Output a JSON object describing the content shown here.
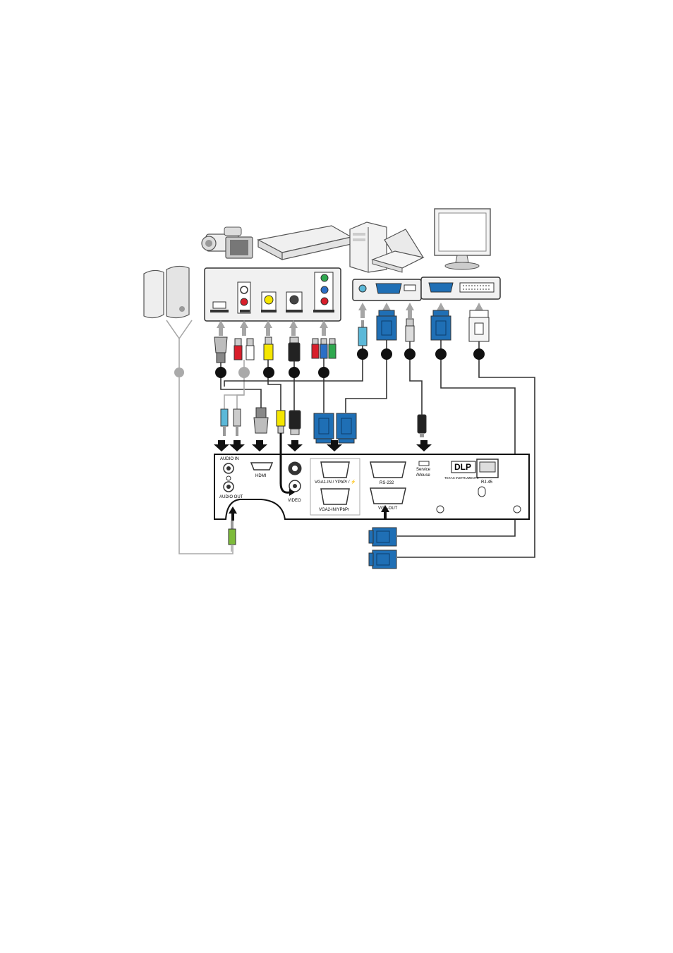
{
  "projector": {
    "audio_in": "AUDIO IN",
    "audio_out": "AUDIO OUT",
    "hdmi": "HDMI",
    "video": "VIDEO",
    "vga1": "VGA1-IN / YPbPr / ⚡",
    "vga2": "VGA2-IN/YPbPr",
    "vga_out": "VGA-OUT",
    "rs232": "RS-232",
    "service": "Service",
    "service2": "/Mouse",
    "dlp": "DLP",
    "ti": "TEXAS INSTRUMENTS",
    "rj45": "RJ-45"
  },
  "colors": {
    "vga_blue": "#1f6fb5",
    "gray_arrow": "#a6a6a6",
    "red": "#d81e2a",
    "yellow": "#f5e600",
    "green": "#2fa84f",
    "light_blue": "#5bb8d8",
    "black": "#111111"
  }
}
